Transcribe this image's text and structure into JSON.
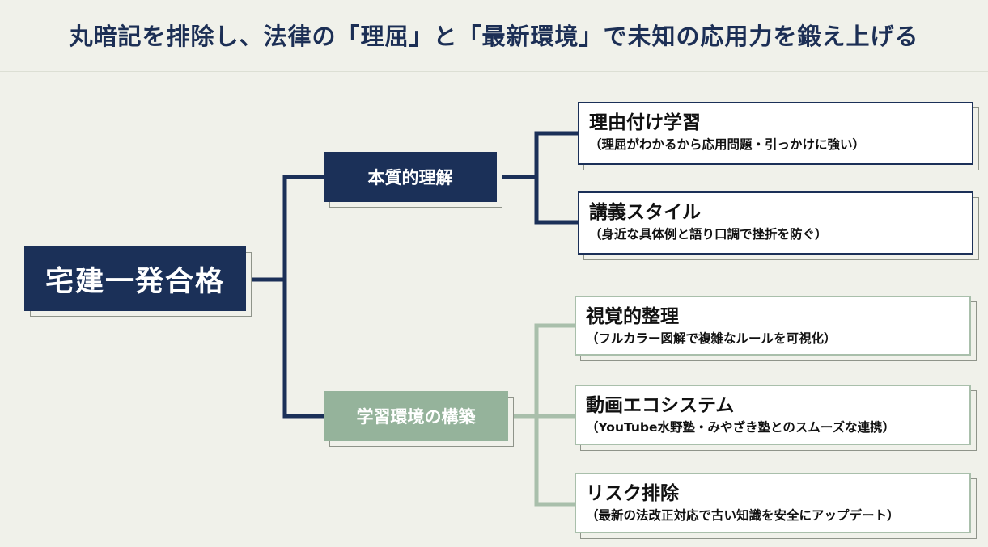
{
  "title": "丸暗記を排除し、法律の「理屈」と「最新環境」で未知の応用力を鍛え上げる",
  "root": {
    "label": "宅建一発合格"
  },
  "branches": [
    {
      "label": "本質的理解",
      "color": "#1b3058",
      "leaves": [
        {
          "title": "理由付け学習",
          "subtitle": "（理屈がわかるから応用問題・引っかけに強い）"
        },
        {
          "title": "講義スタイル",
          "subtitle": "（身近な具体例と語り口調で挫折を防ぐ）"
        }
      ]
    },
    {
      "label": "学習環境の構築",
      "color": "#95b39b",
      "leaves": [
        {
          "title": "視覚的整理",
          "subtitle": "（フルカラー図解で複雑なルールを可視化）"
        },
        {
          "title": "動画エコシステム",
          "subtitle": "（YouTube水野塾・みやざき塾とのスムーズな連携）"
        },
        {
          "title": "リスク排除",
          "subtitle": "（最新の法改正対応で古い知識を安全にアップデート）"
        }
      ]
    }
  ]
}
